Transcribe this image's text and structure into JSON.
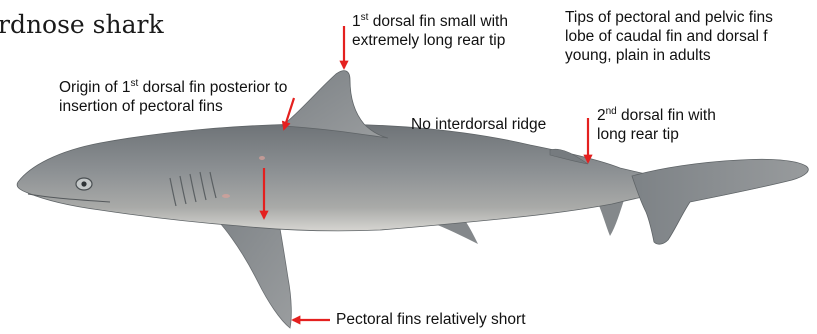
{
  "title": {
    "visible_text": "rdnose shark"
  },
  "annotations": {
    "first_dorsal": {
      "line1_prefix": "1",
      "line1_sup": "st",
      "line1_rest": " dorsal fin small with",
      "line2": "extremely long rear tip"
    },
    "tips": {
      "line1": "Tips of pectoral and pelvic fins",
      "line2": "lobe of caudal fin and dorsal f",
      "line3": "young, plain in adults"
    },
    "origin": {
      "line1_prefix": "Origin of 1",
      "line1_sup": "st",
      "line1_rest": " dorsal fin posterior to",
      "line2": "insertion of pectoral fins"
    },
    "interdorsal": {
      "text": "No interdorsal ridge"
    },
    "second_dorsal": {
      "line1_prefix": "2",
      "line1_sup": "nd",
      "line1_rest": " dorsal fin with",
      "line2": "long rear tip"
    },
    "pectoral": {
      "text": "Pectoral fins relatively short"
    }
  },
  "colors": {
    "arrow": "#e4201f",
    "shark_body": "#8b8f92",
    "shark_back": "#6f7478",
    "shark_belly": "#d2d2cf",
    "text": "#111111"
  }
}
